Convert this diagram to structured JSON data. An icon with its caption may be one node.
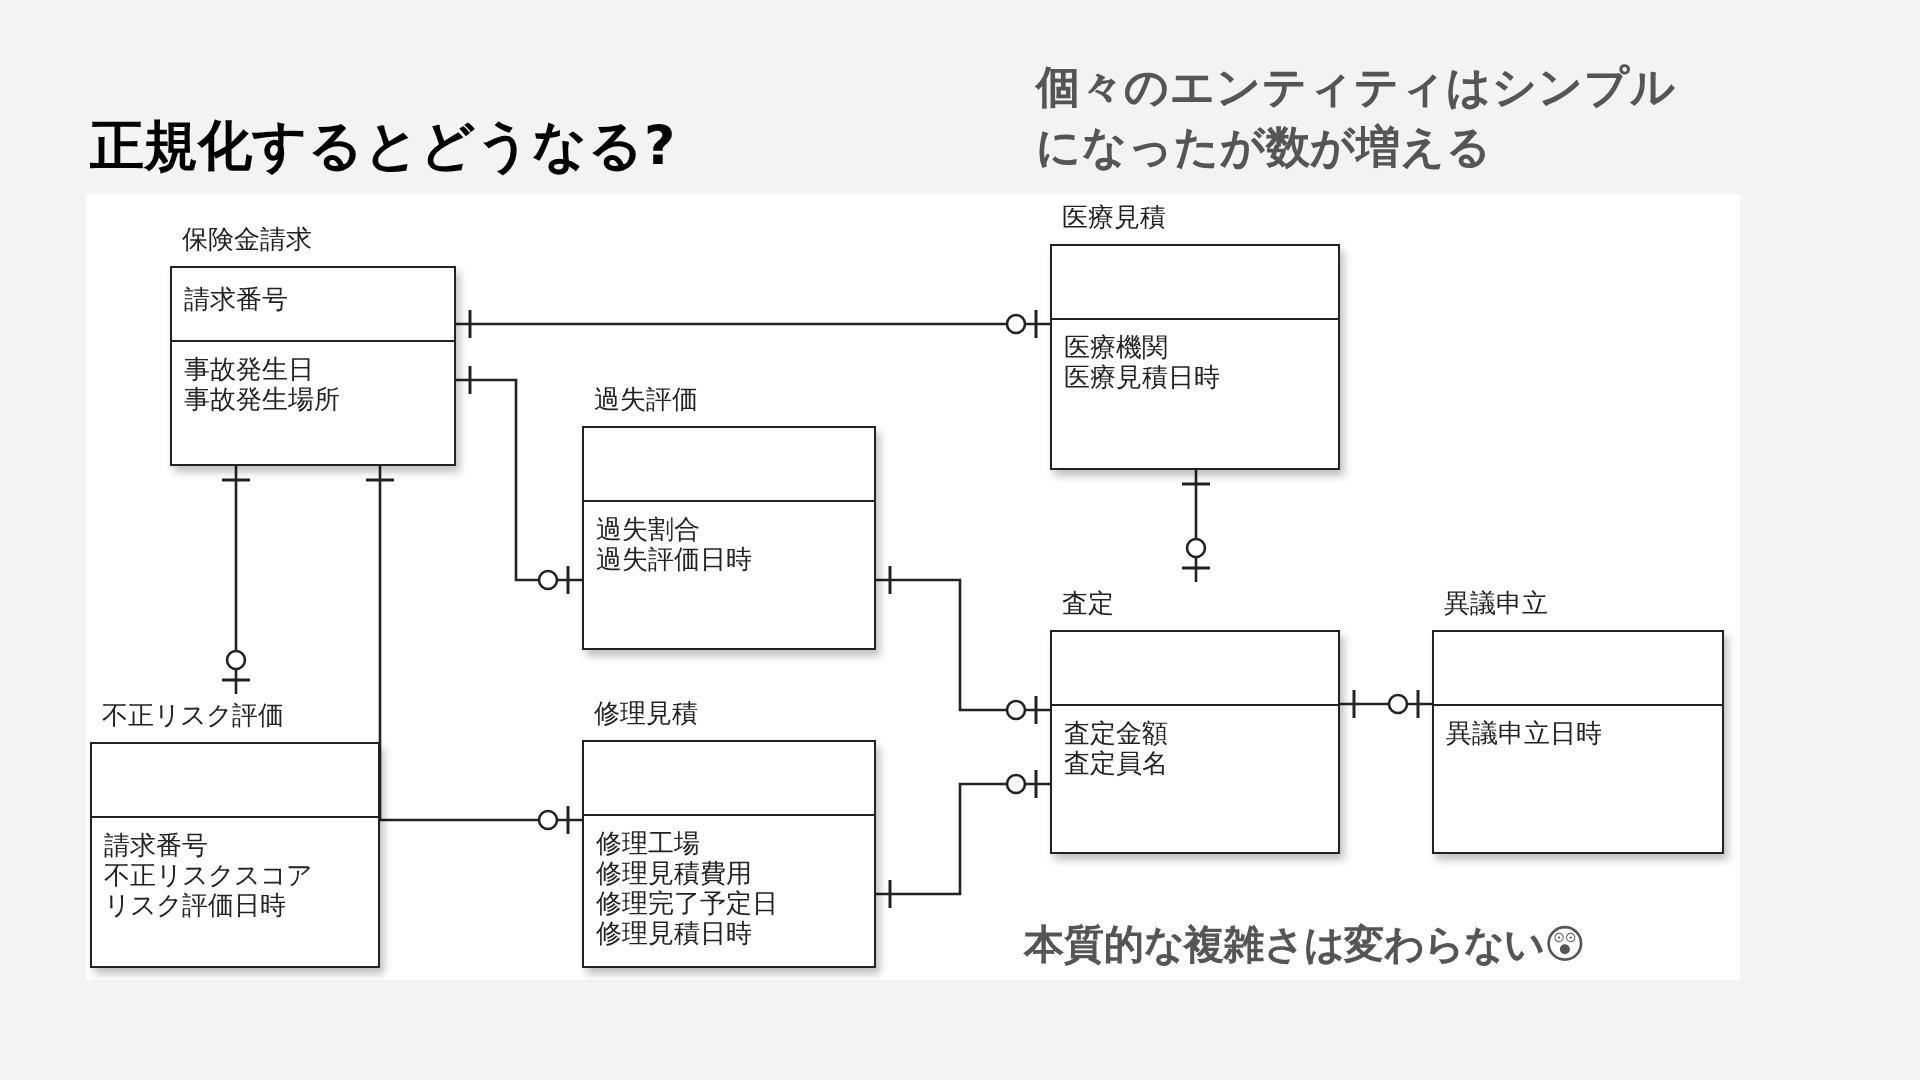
{
  "diagram": {
    "title": "正規化するとどうなる?",
    "nodes": [
      {
        "text": [
          "保険金請求",
          "請求番号",
          "事故発生日",
          "事故発生場所"
        ]
      },
      {
        "text": [
          "医療見積",
          "医療機関",
          "医療見積日時"
        ]
      },
      {
        "text": [
          "過失評価",
          "過失割合",
          "過失評価日時"
        ]
      },
      {
        "text": [
          "不正リスク評価",
          "請求番号",
          "不正リスクスコア",
          "リスク評価日時"
        ]
      },
      {
        "text": [
          "修理見積",
          "修理工場",
          "修理見積費用",
          "修理完了予定日",
          "修理見積日時"
        ]
      },
      {
        "text": [
          "査定",
          "査定金額",
          "査定員名"
        ]
      },
      {
        "text": [
          "異議申立",
          "異議申立日時"
        ]
      }
    ],
    "edges": [
      {
        "from": 0,
        "to": 1,
        "arrow": "other"
      },
      {
        "from": 0,
        "to": 2,
        "arrow": "other"
      },
      {
        "from": 0,
        "to": 3,
        "arrow": "other"
      },
      {
        "from": 0,
        "to": 4,
        "arrow": "other"
      },
      {
        "from": 2,
        "to": 5,
        "arrow": "other"
      },
      {
        "from": 4,
        "to": 5,
        "arrow": "other"
      },
      {
        "from": 1,
        "to": 5,
        "arrow": "other"
      },
      {
        "from": 5,
        "to": 6,
        "arrow": "other"
      }
    ],
    "labels": [
      "個々のエンティティはシンプルになったが数が増える",
      "本質的な複雑さは変わらない😲"
    ]
  }
}
